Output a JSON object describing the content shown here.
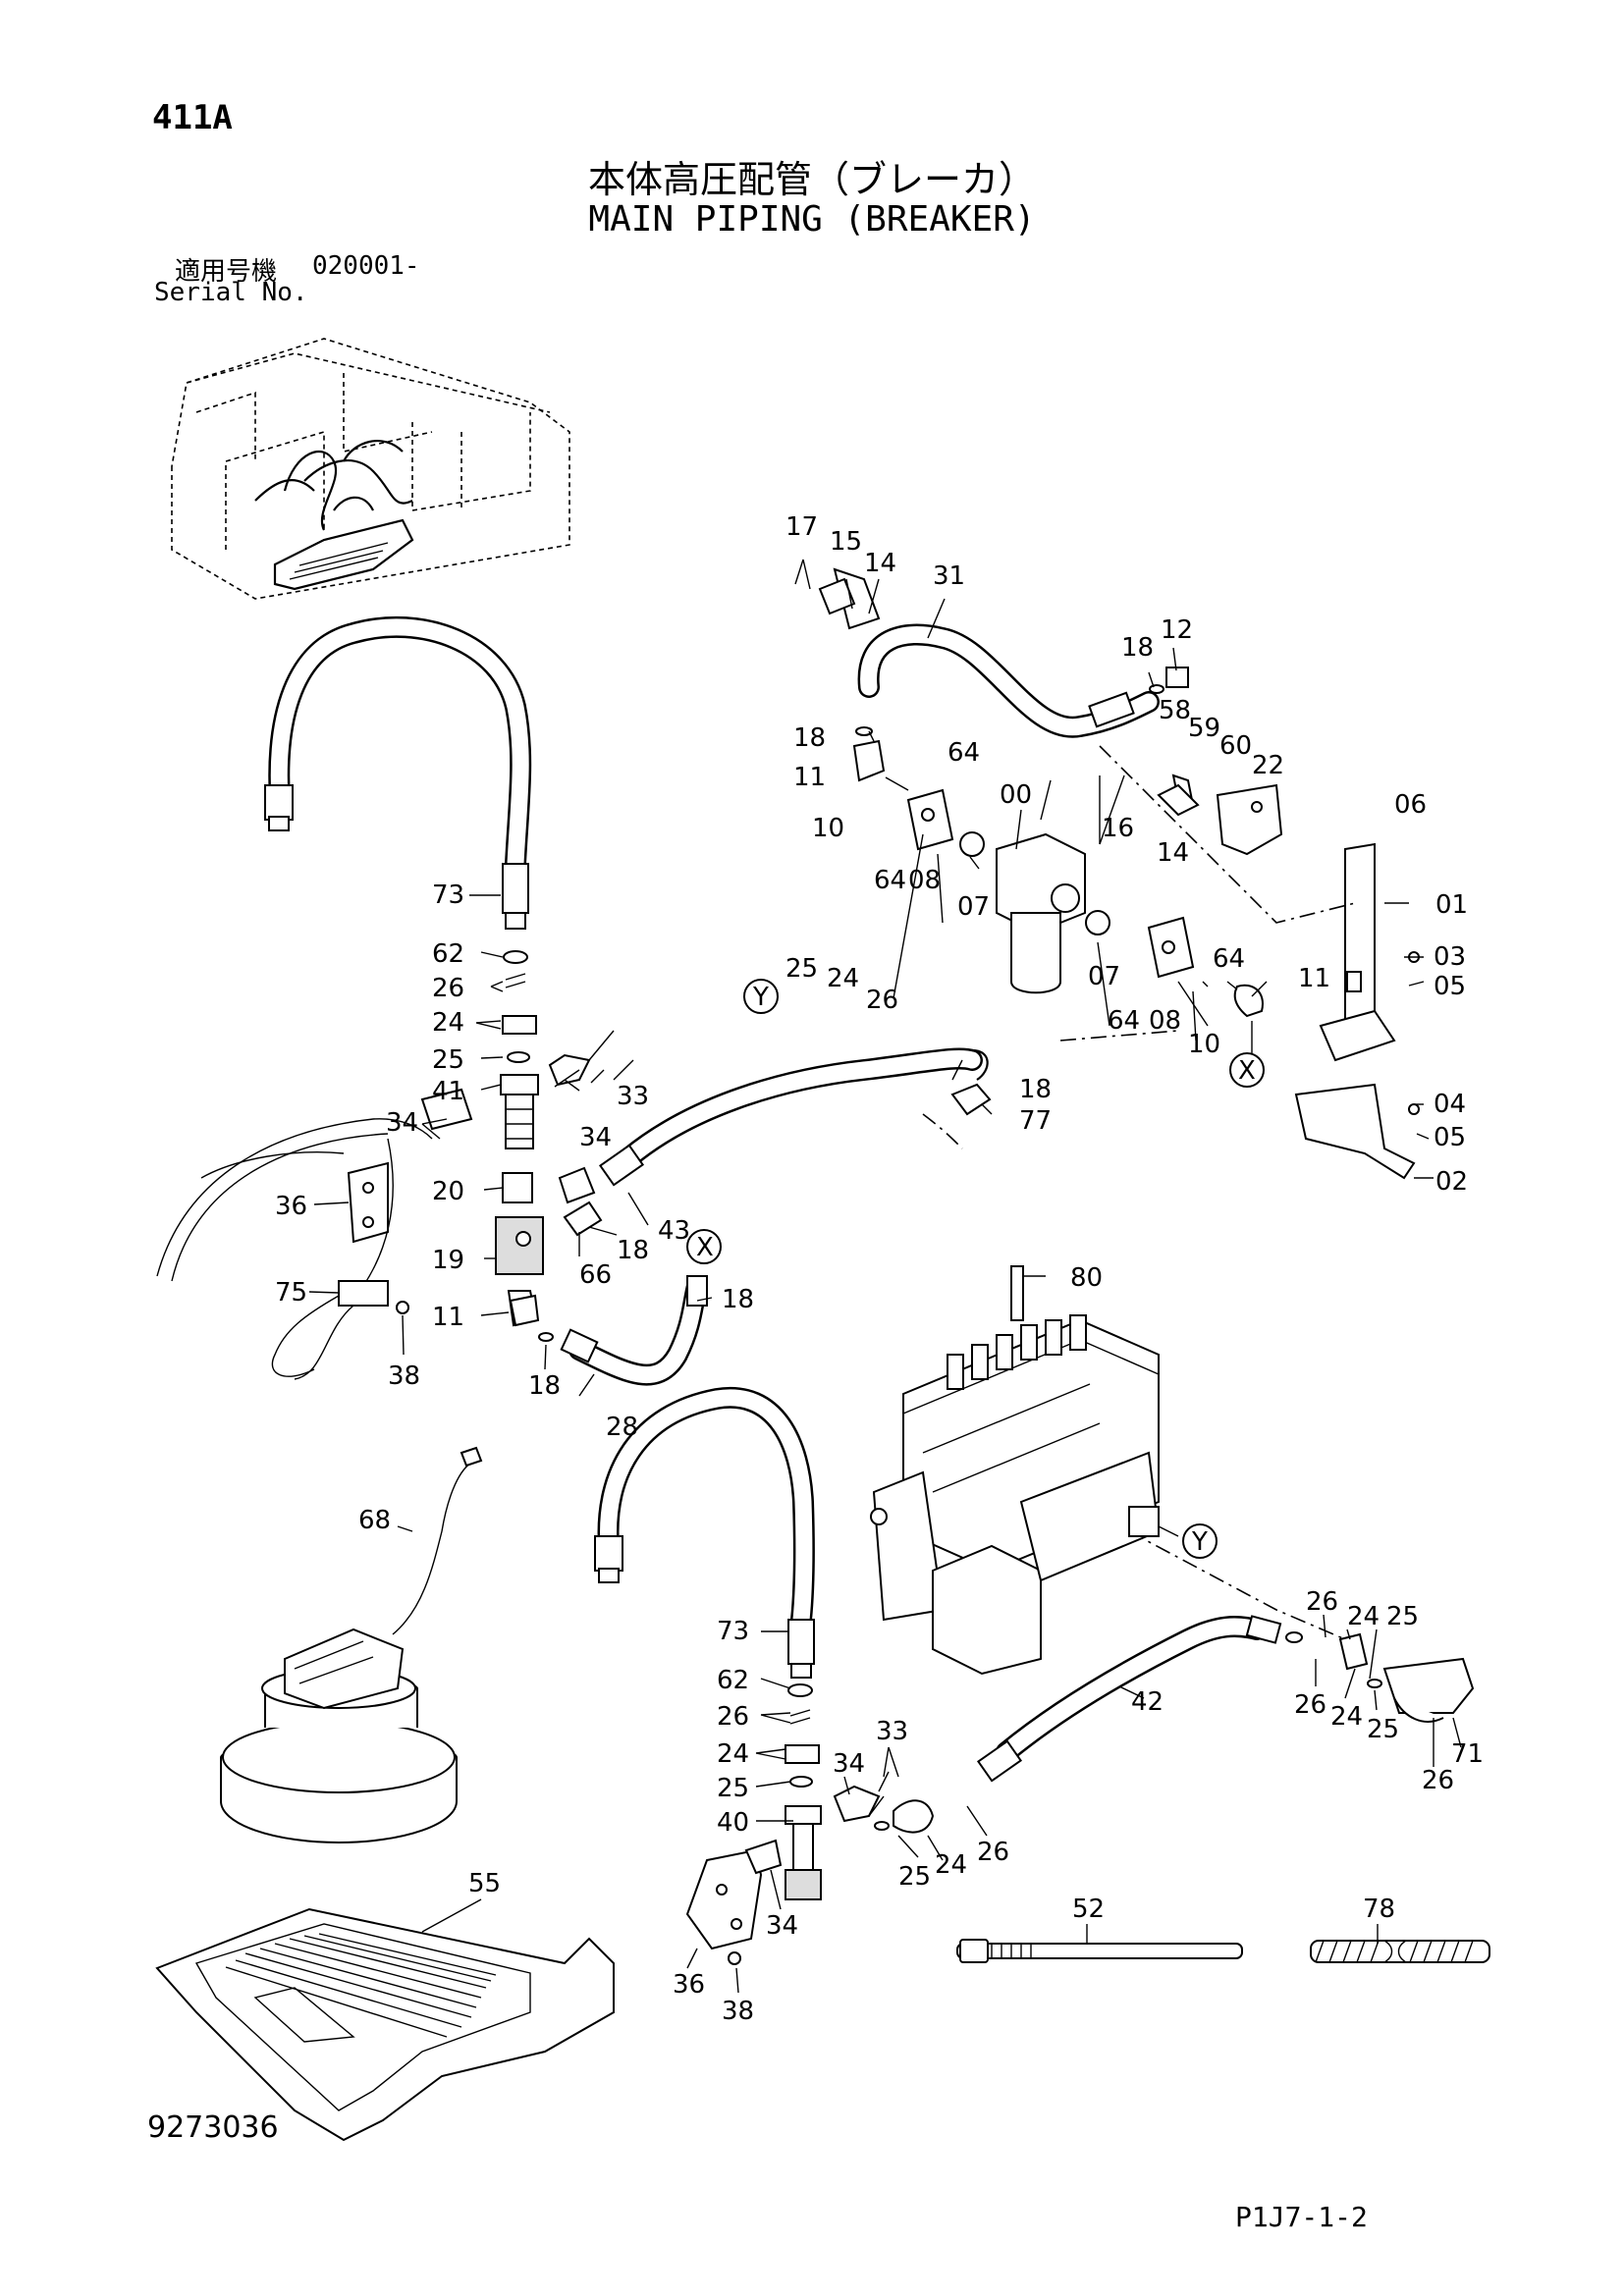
{
  "header": {
    "page_number": "411A",
    "title_jp": "本体高圧配管（ブレーカ）",
    "title_en": "MAIN PIPING (BREAKER)",
    "serial_label_jp": "適用号機",
    "serial_value": "020001-",
    "serial_label_en": "Serial No."
  },
  "footer": {
    "document_number": "9273036",
    "page_code": "P1J7-1-2"
  },
  "callouts": {
    "c17": "17",
    "c15": "15",
    "c14a": "14",
    "c31": "31",
    "c12": "12",
    "c18a": "18",
    "c58": "58",
    "c59": "59",
    "c60": "60",
    "c22": "22",
    "c18b": "18",
    "c11a": "11",
    "c64a": "64",
    "c10a": "10",
    "c00": "00",
    "c16": "16",
    "c14b": "14",
    "c06": "06",
    "c64b": "64",
    "c08a": "08",
    "c07a": "07",
    "c01": "01",
    "c07b": "07",
    "c64c": "64",
    "c03": "03",
    "c05a": "05",
    "c11b": "11",
    "c64d": "64",
    "c08b": "08",
    "c10b": "10",
    "cXa": "X",
    "c04": "04",
    "c05b": "05",
    "c02": "02",
    "cYa": "Y",
    "c25a": "25",
    "c24a": "24",
    "c26a": "26",
    "c18c": "18",
    "c77": "77",
    "c73a": "73",
    "c62a": "62",
    "c26b": "26",
    "c24b": "24",
    "c25b": "25",
    "c41": "41",
    "c33a": "33",
    "c34a": "34",
    "c34b": "34",
    "c36a": "36",
    "c20": "20",
    "c43": "43",
    "c19": "19",
    "c66": "66",
    "c18d": "18",
    "cXb": "X",
    "c75": "75",
    "c11c": "11",
    "c18e": "18",
    "c38a": "38",
    "c18f": "18",
    "c28": "28",
    "c80": "80",
    "c68": "68",
    "cYb": "Y",
    "c26c": "26",
    "c24c": "24",
    "c25c": "25",
    "c26d": "26",
    "c24d": "24",
    "c25d": "25",
    "c71": "71",
    "c26e": "26",
    "c42": "42",
    "c73b": "73",
    "c62b": "62",
    "c26f": "26",
    "c24e": "24",
    "c34c": "34",
    "c33b": "33",
    "c25e": "25",
    "c40": "40",
    "c25f": "25",
    "c24f": "24",
    "c26g": "26",
    "c34d": "34",
    "c36b": "36",
    "c38b": "38",
    "c55": "55",
    "c52": "52",
    "c78": "78"
  }
}
